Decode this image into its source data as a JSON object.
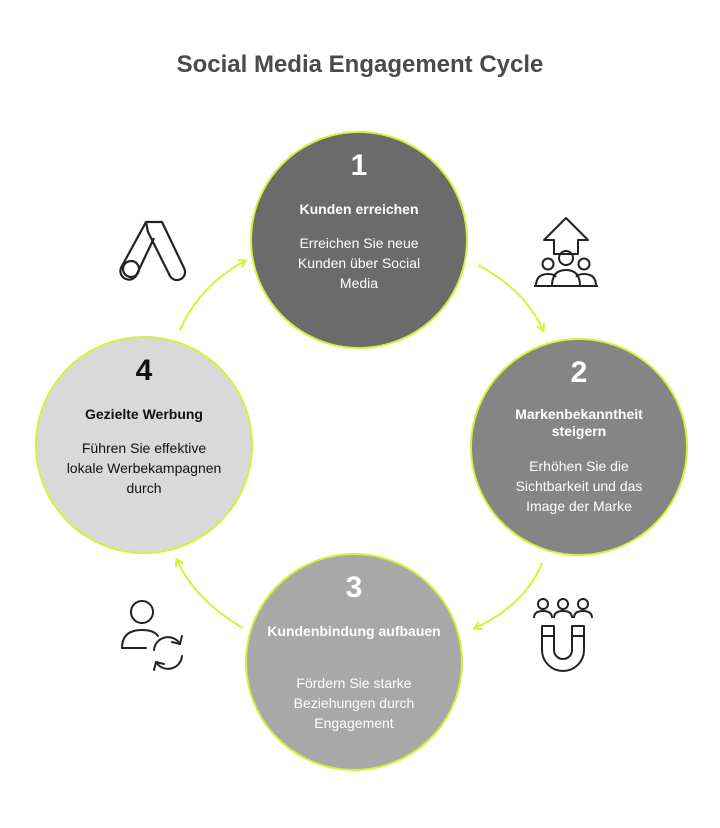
{
  "title": "Social Media Engagement Cycle",
  "colors": {
    "accent": "#d3f23a",
    "node1": "#6b6b6b",
    "node2": "#858585",
    "node3": "#a8a8a8",
    "node4": "#d9d9d9"
  },
  "nodes": [
    {
      "number": "1",
      "heading": "Kunden erreichen",
      "text": "Erreichen Sie neue Kunden über Social Media",
      "icon": "growth-people-icon"
    },
    {
      "number": "2",
      "heading": "Markenbekanntheit steigern",
      "text": "Erhöhen Sie die Sichtbarkeit und das Image der Marke",
      "icon": "magnet-people-icon"
    },
    {
      "number": "3",
      "heading": "Kundenbindung aufbauen",
      "text": "Fördern Sie starke Beziehungen durch Engagement",
      "icon": "user-sync-icon"
    },
    {
      "number": "4",
      "heading": "Gezielte Werbung",
      "text": "Führen Sie effektive lokale Werbekampagnen durch",
      "icon": "ads-logo-icon"
    }
  ]
}
